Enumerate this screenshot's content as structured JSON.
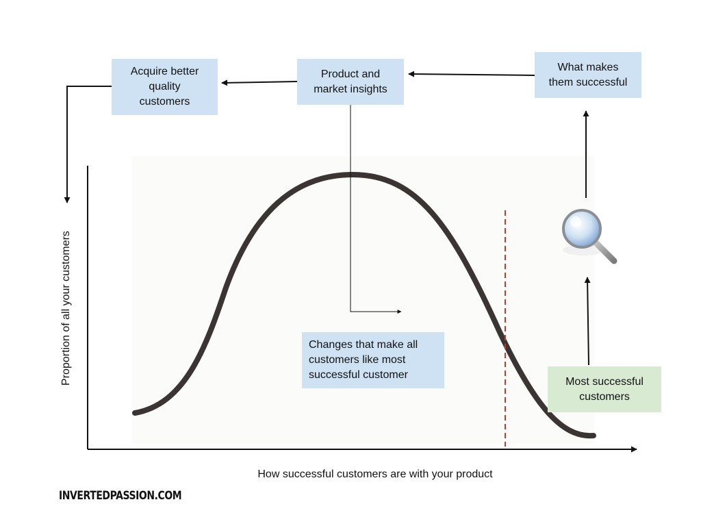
{
  "boxes": {
    "acquire": [
      "Acquire better",
      "quality",
      "customers"
    ],
    "insights": [
      "Product and",
      "market insights"
    ],
    "makes": [
      "What makes",
      "them successful"
    ],
    "changes": [
      "Changes that make all",
      "customers like most",
      "successful customer"
    ],
    "most": [
      "Most successful",
      "customers"
    ]
  },
  "axes": {
    "y_label": "Proportion of all your customers",
    "x_label": "How successful customers are with your product"
  },
  "watermark": "INVERTEDPASSION.COM",
  "icons": {
    "magnifier": "magnifying-glass-icon"
  },
  "colors": {
    "blue_box": "#cfe2f3",
    "green_box": "#d9ead3",
    "curve": "#3a3432",
    "threshold_line": "#c0392b"
  }
}
